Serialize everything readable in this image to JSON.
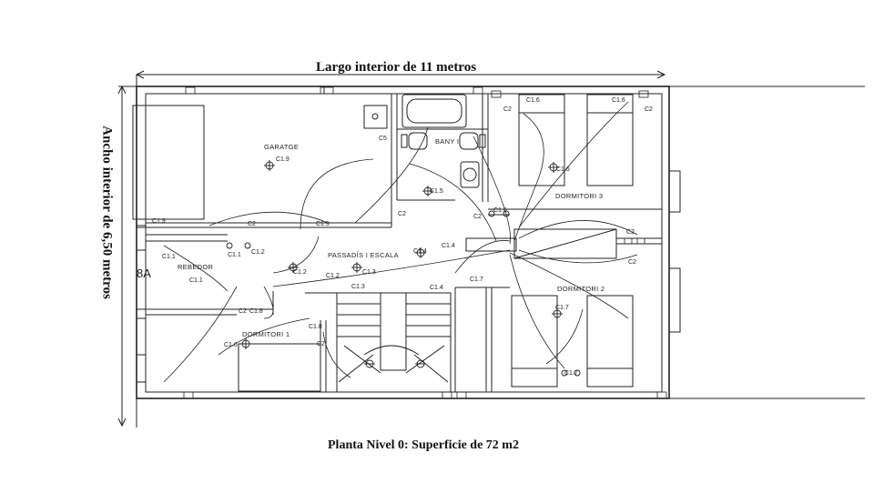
{
  "dimensions": {
    "length_label": "Largo interior de 11 metros",
    "width_label": "Ancho interior de 6,50 metros"
  },
  "caption": "Planta Nivel 0: Superficie de 72 m2",
  "rooms": {
    "garage": "GARATGE",
    "bath": "BANY I",
    "bedroom3": "DORMITORI 3",
    "hall": "PASSADÍS I ESCALA",
    "dining": "REBEDOR",
    "bedroom2": "DORMITORI 2",
    "bedroom1": "DORMITORI 1"
  },
  "unit_number": "8A",
  "circuit_labels": {
    "c19a": "C1.9",
    "c19b": "C1.9",
    "c19c": "C1.9",
    "c5": "C5",
    "c2a": "C2",
    "c2b": "C2",
    "c2c": "C2",
    "c2d": "C2",
    "c2e": "C2",
    "c2f": "C2",
    "c2g": "C2",
    "c2h": "C2",
    "c2i": "C2",
    "c11a": "C1.1",
    "c11b": "C1.1",
    "c11c": "C1.1",
    "c12a": "C1.2",
    "c12b": "C1.2",
    "c12c": "C1.2",
    "c13a": "C1.3",
    "c13b": "C1.3",
    "c14a": "C1.4",
    "c14b": "C1.4",
    "c14c": "C1.4",
    "c15": "C1.5",
    "c16a": "C1.6",
    "c16b": "C1.6",
    "c16c": "C1.6",
    "c16d": "C1.6",
    "c16e": "C1.6",
    "c17a": "C1.7",
    "c17b": "C1.7",
    "c17c": "C1.7",
    "c18a": "C1.8",
    "c18b": "C1.8"
  }
}
